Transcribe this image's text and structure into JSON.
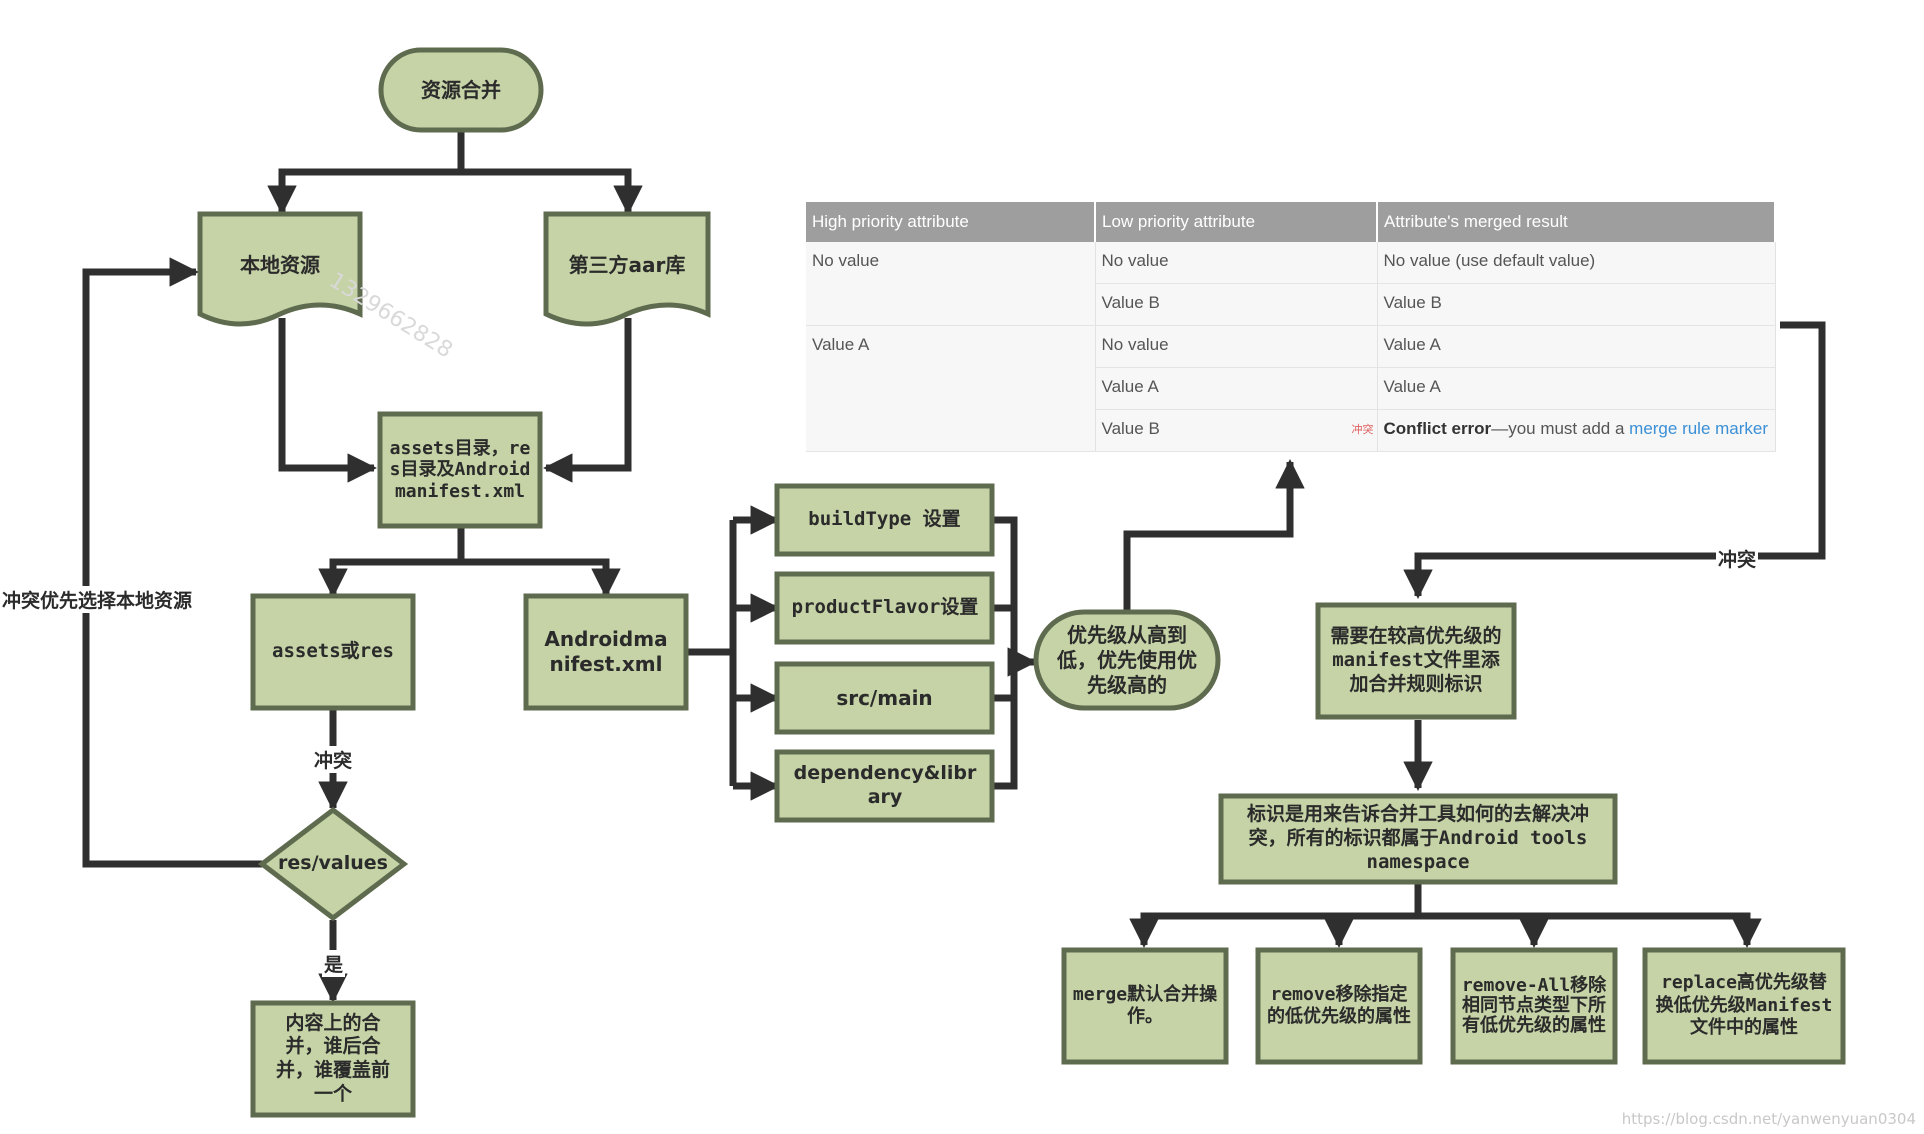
{
  "nodes": {
    "start": "资源合并",
    "local": "本地资源",
    "third_party": "第三方aar库",
    "collect": "assets目录，res目录及Androidmanifest.xml",
    "assets_res": "assets或res",
    "manifest": "Androidmanifest.xml",
    "res_values": "res/values",
    "content_merge": "内容上的合并，谁后合并，谁覆盖前一个",
    "buildtype": "buildType 设置",
    "productflavor": "productFlavor设置",
    "srcmain": "src/main",
    "dependency": "dependency&library",
    "priority": "优先级从高到低，优先使用优先级高的",
    "need_marker": "需要在较高优先级的manifest文件里添加合并规则标识",
    "marker_desc": "标识是用来告诉合并工具如何的去解决冲突，所有的标识都属于Android tools namespace",
    "merge": "merge默认合并操作。",
    "remove": "remove移除指定的低优先级的属性",
    "remove_all": "remove-All移除相同节点类型下所有低优先级的属性",
    "replace": "replace高优先级替换低优先级Manifest文件中的属性"
  },
  "labels": {
    "conflict_left": "冲突",
    "yes": "是",
    "loop_back": "冲突优先选择本地资源",
    "conflict_right": "冲突"
  },
  "table": {
    "headers": [
      "High priority attribute",
      "Low priority attribute",
      "Attribute's merged result"
    ],
    "rows": [
      {
        "high": "No value",
        "low": "No value",
        "result": "No value (use default value)"
      },
      {
        "high": "",
        "low": "Value B",
        "result": "Value B"
      },
      {
        "high": "Value A",
        "low": "No value",
        "result": "Value A"
      },
      {
        "high": "",
        "low": "Value A",
        "result": "Value A"
      },
      {
        "high": "",
        "low": "Value B",
        "result_tag": "冲突",
        "result_strong": "Conflict error",
        "result_mid": "—you must add a ",
        "result_link": "merge rule marker"
      }
    ]
  },
  "watermark": "1329662828",
  "footer": "https://blog.csdn.net/yanwenyuan0304",
  "colors": {
    "node_fill": "#c5d3a6",
    "node_stroke": "#5f6b4e",
    "line": "#2f2f2f",
    "table_header": "#9e9e9e"
  }
}
